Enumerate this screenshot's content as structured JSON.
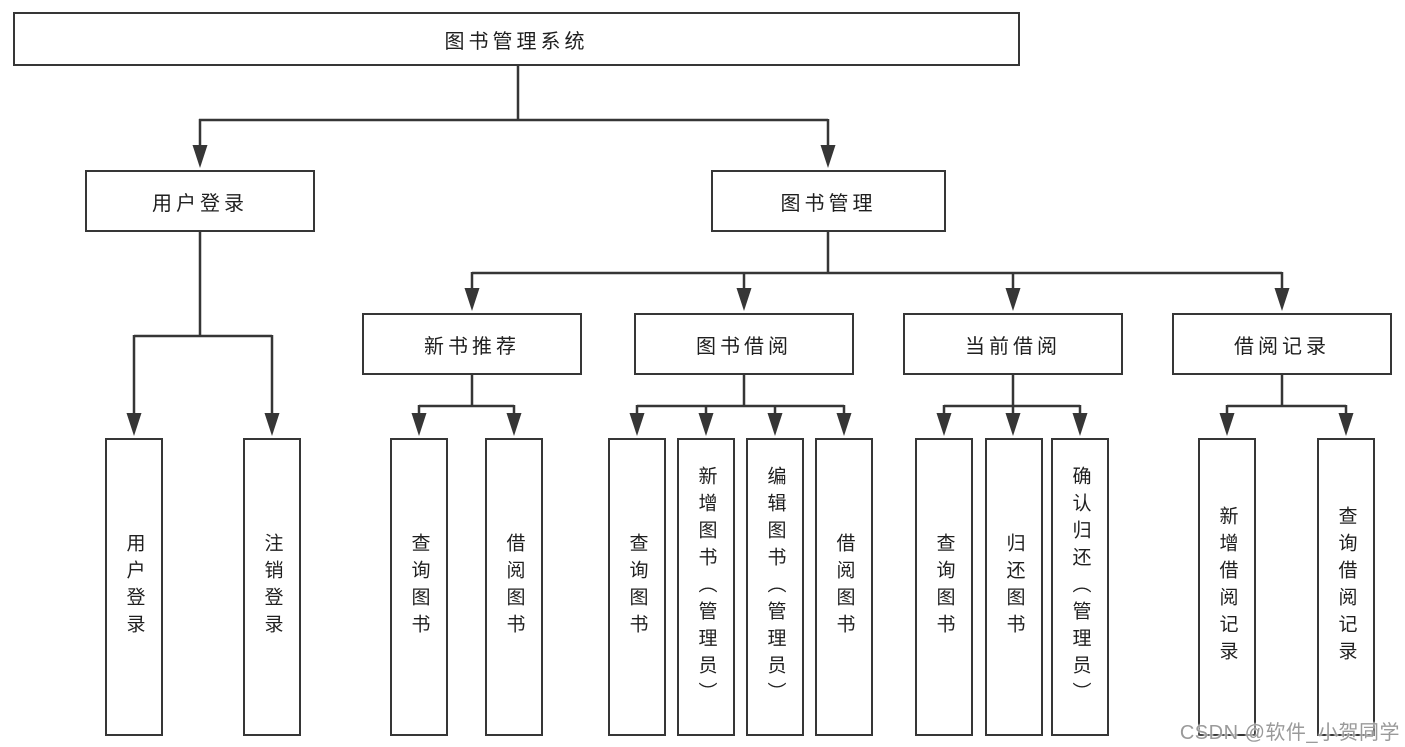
{
  "diagram": {
    "root": {
      "label": "图书管理系统"
    },
    "branches": [
      {
        "label": "用户登录",
        "children": [
          {
            "label": "用户登录"
          },
          {
            "label": "注销登录"
          }
        ]
      },
      {
        "label": "图书管理",
        "children": [
          {
            "label": "新书推荐",
            "children": [
              {
                "label": "查询图书"
              },
              {
                "label": "借阅图书"
              }
            ]
          },
          {
            "label": "图书借阅",
            "children": [
              {
                "label": "查询图书"
              },
              {
                "label": "新增图书（管理员）"
              },
              {
                "label": "编辑图书（管理员）"
              },
              {
                "label": "借阅图书"
              }
            ]
          },
          {
            "label": "当前借阅",
            "children": [
              {
                "label": "查询图书"
              },
              {
                "label": "归还图书"
              },
              {
                "label": "确认归还（管理员）"
              }
            ]
          },
          {
            "label": "借阅记录",
            "children": [
              {
                "label": "新增借阅记录"
              },
              {
                "label": "查询借阅记录"
              }
            ]
          }
        ]
      }
    ],
    "line_color": "#363636",
    "box_background": "#ffffff",
    "text_color": "#1f1f1f"
  },
  "watermark": {
    "text": "CSDN @软件_小贺同学",
    "color": "#9a9a9a"
  }
}
